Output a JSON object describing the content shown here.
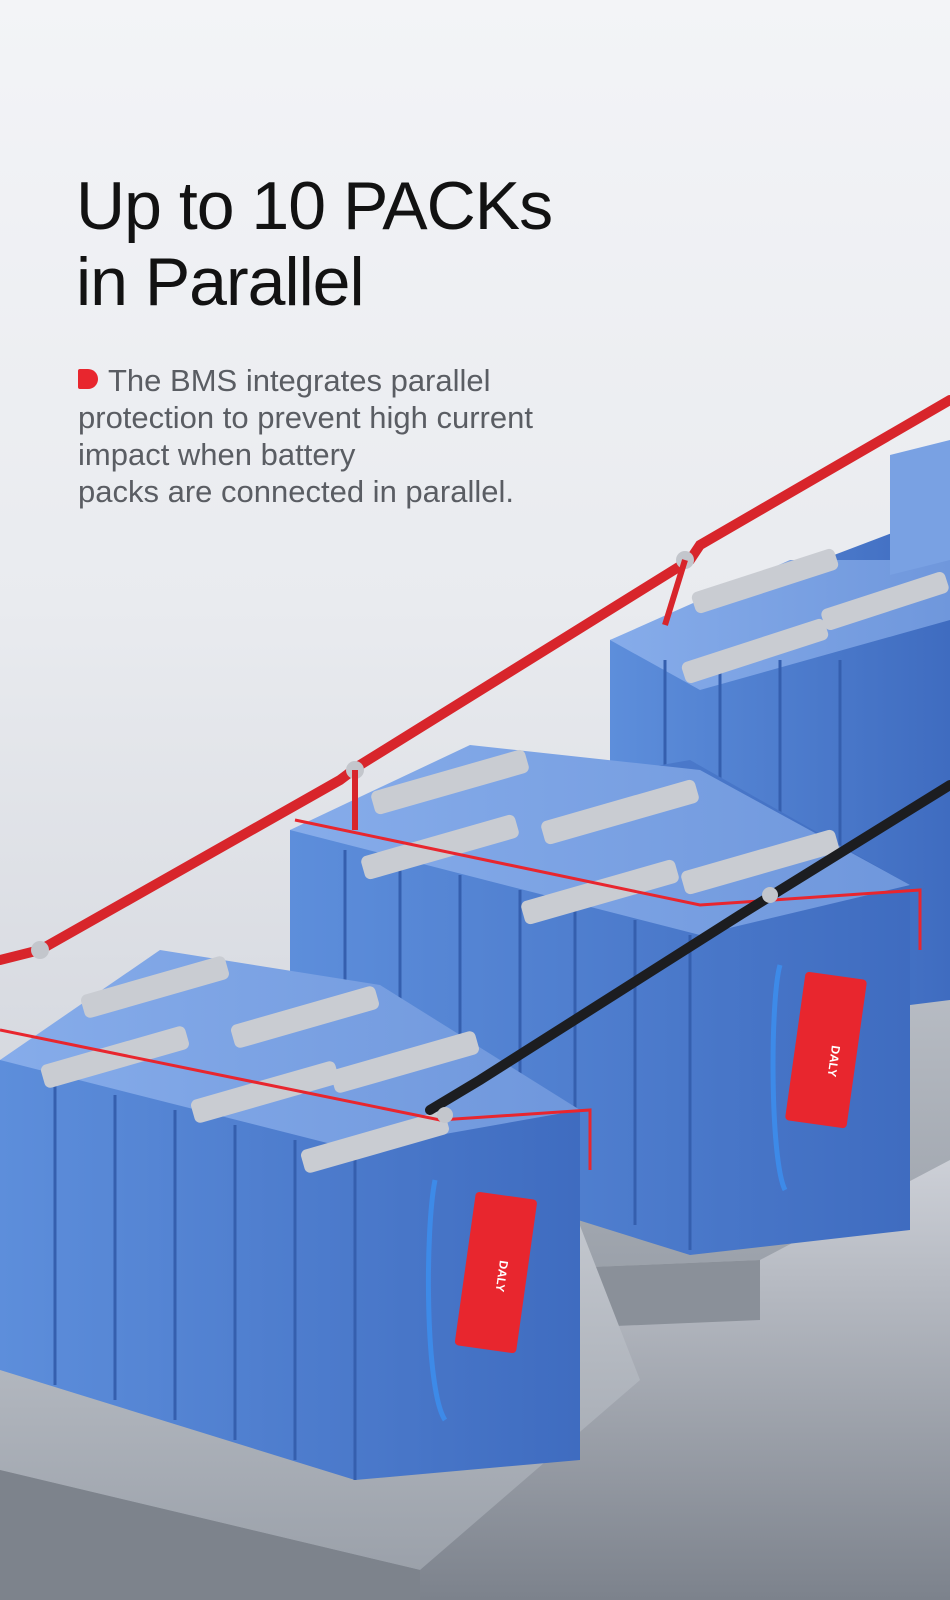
{
  "headline": {
    "line1": "Up to 10 PACKs",
    "line2": "in Parallel"
  },
  "description": {
    "line1": "The BMS integrates parallel",
    "line2": "protection to prevent high current",
    "line3": "impact when battery",
    "line4": "packs are connected in parallel."
  },
  "bms_brand": "DALY",
  "colors": {
    "cell_blue": "#4f7fd3",
    "bms_red": "#e8262e",
    "cable_red": "#d8252b",
    "cable_black": "#1c1d20",
    "busbar": "#c9ccd2"
  }
}
